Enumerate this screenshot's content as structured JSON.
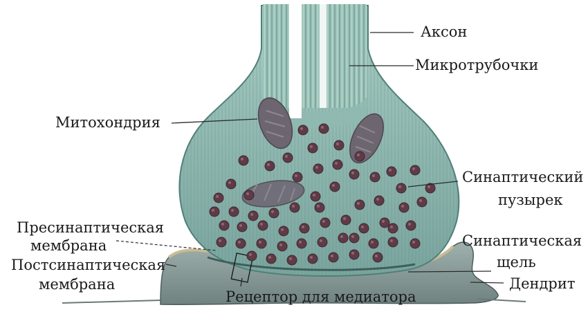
{
  "labels": {
    "axon": "Аксон",
    "microtubules": "Микротрубочки",
    "mitochondrion": "Митохондрия",
    "synaptic_vesicle_1": "Синаптический",
    "synaptic_vesicle_2": "пузырек",
    "presynaptic_membrane_1": "Пресинаптическая",
    "presynaptic_membrane_2": "мембрана",
    "postsynaptic_membrane_1": "Постсинаптическая",
    "postsynaptic_membrane_2": "мембрана",
    "synaptic_cleft_1": "Синаптическая",
    "synaptic_cleft_2": "щель",
    "dendrite": "Дендрит",
    "receptor": "Рецептор для медиатора"
  },
  "colors": {
    "terminal_fill": "#8fb8b0",
    "terminal_edge": "#4f7f78",
    "axon_fill": "#9cc2b8",
    "vesicle": "#5e3b46",
    "mitochondrion": "#6d6670",
    "dendrite": "#8a9a97",
    "cleft": "#d9d2b8"
  }
}
